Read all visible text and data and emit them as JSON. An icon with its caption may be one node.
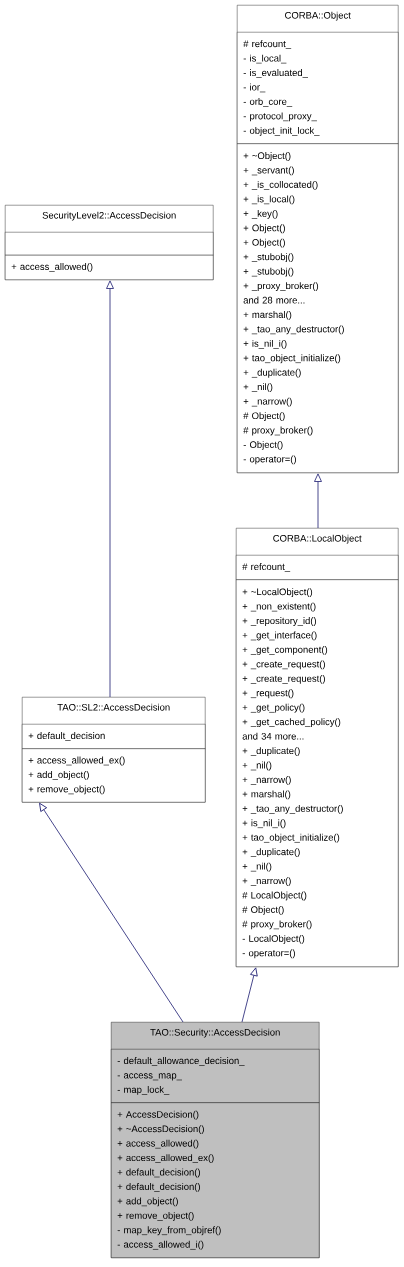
{
  "diagram": {
    "nodes": [
      {
        "text": [
          "CORBA::Object"
        ]
      },
      {
        "text": [
          "# refcount_",
          "- is_local_",
          "- is_evaluated_",
          "- ior_",
          "- orb_core_",
          "- protocol_proxy_",
          "- object_init_lock_"
        ],
        "in": 0
      },
      {
        "text": [
          "+ ~Object()",
          "+ _servant()",
          "+ _is_collocated()",
          "+ _is_local()",
          "+ _key()",
          "+ Object()",
          "+ Object()",
          "+ _stubobj()",
          "+ _stubobj()",
          "+ _proxy_broker()",
          "and 28 more...",
          "+ marshal()",
          "+ _tao_any_destructor()",
          "+ is_nil_i()",
          "+ tao_object_initialize()",
          "+ _duplicate()",
          "+ _nil()",
          "+ _narrow()",
          "# Object()",
          "# proxy_broker()",
          "- Object()",
          "- operator=()"
        ],
        "in": 0
      },
      {
        "text": [
          "SecurityLevel2::AccessDecision"
        ]
      },
      {
        "text": [],
        "shape": "box",
        "in": 3
      },
      {
        "text": [
          "+ access_allowed()"
        ],
        "in": 3
      },
      {
        "text": [
          "CORBA::LocalObject"
        ]
      },
      {
        "text": [
          "# refcount_"
        ],
        "in": 6
      },
      {
        "text": [
          "+ ~LocalObject()",
          "+ _non_existent()",
          "+ _repository_id()",
          "+ _get_interface()",
          "+ _get_component()",
          "+ _create_request()",
          "+ _create_request()",
          "+ _request()",
          "+ _get_policy()",
          "+ _get_cached_policy()",
          "and 34 more...",
          "+ _duplicate()",
          "+ _nil()",
          "+ _narrow()",
          "+ marshal()",
          "+ _tao_any_destructor()",
          "+ is_nil_i()",
          "+ tao_object_initialize()",
          "+ _duplicate()",
          "+ _nil()",
          "+ _narrow()",
          "# LocalObject()",
          "# Object()",
          "# proxy_broker()",
          "- LocalObject()",
          "- operator=()"
        ],
        "in": 6
      },
      {
        "text": [
          "TAO::SL2::AccessDecision"
        ]
      },
      {
        "text": [
          "+ default_decision"
        ],
        "in": 9
      },
      {
        "text": [
          "+ access_allowed_ex()",
          "+ add_object()",
          "+ remove_object()"
        ],
        "in": 9
      },
      {
        "text": [
          "TAO::Security::AccessDecision"
        ]
      },
      {
        "text": [
          "- default_allowance_decision_",
          "- access_map_",
          "- map_lock_"
        ],
        "in": 12
      },
      {
        "text": [
          "+ AccessDecision()",
          "+ ~AccessDecision()",
          "+ access_allowed()",
          "+ access_allowed_ex()",
          "+ default_decision()",
          "+ default_decision()",
          "+ add_object()",
          "+ remove_object()",
          "- map_key_from_objref()",
          "- access_allowed_i()"
        ],
        "in": 12
      }
    ],
    "edges": [
      {
        "from": 9,
        "to": 3,
        "arrow": "to"
      },
      {
        "from": 6,
        "to": 0,
        "arrow": "to"
      },
      {
        "from": 12,
        "to": 9,
        "arrow": "to"
      },
      {
        "from": 12,
        "to": 6,
        "arrow": "to"
      }
    ]
  }
}
